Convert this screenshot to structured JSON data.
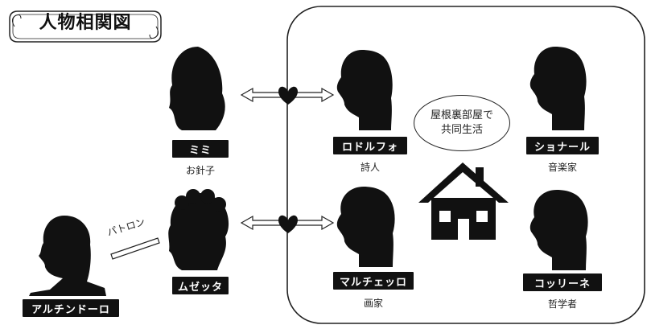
{
  "title": "人物相関図",
  "bubble": {
    "line1": "屋根裏部屋で",
    "line2": "共同生活"
  },
  "relation_patron": "パトロン",
  "characters": {
    "mimi": {
      "name": "ミミ",
      "role": "お針子"
    },
    "musetta": {
      "name": "ムゼッタ",
      "role": ""
    },
    "alcindoro": {
      "name": "アルチンドーロ",
      "role": ""
    },
    "rodolfo": {
      "name": "ロドルフォ",
      "role": "詩人"
    },
    "marcello": {
      "name": "マルチェッロ",
      "role": "画家"
    },
    "schaunard": {
      "name": "ショナール",
      "role": "音楽家"
    },
    "colline": {
      "name": "コッリーネ",
      "role": "哲学者"
    }
  },
  "colors": {
    "ink": "#111111",
    "background": "#ffffff"
  }
}
